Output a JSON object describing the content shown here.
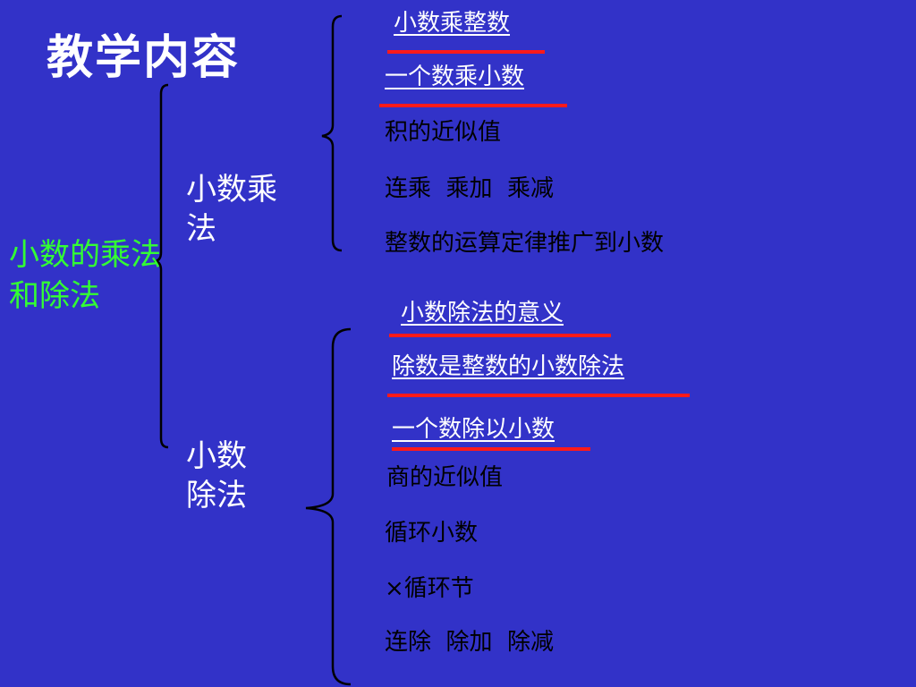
{
  "title": "教学内容",
  "root": "小数的乘法和除法",
  "multiplication": {
    "label": "小数乘法",
    "items": [
      "小数乘整数",
      "一个数乘小数",
      "积的近似值",
      "连乘  乘加  乘减",
      "整数的运算定律推广到小数"
    ]
  },
  "division": {
    "label": "小数除法",
    "items": [
      "小数除法的意义",
      "除数是整数的小数除法",
      "一个数除以小数",
      "商的近似值",
      "循环小数",
      "×循环节",
      "连除  除加  除减"
    ]
  },
  "colors": {
    "background": "#3232c8",
    "root_text": "#33ff33",
    "link_text": "#ffffff",
    "plain_text": "#000000",
    "emphasis_line": "#ff1a1a"
  }
}
